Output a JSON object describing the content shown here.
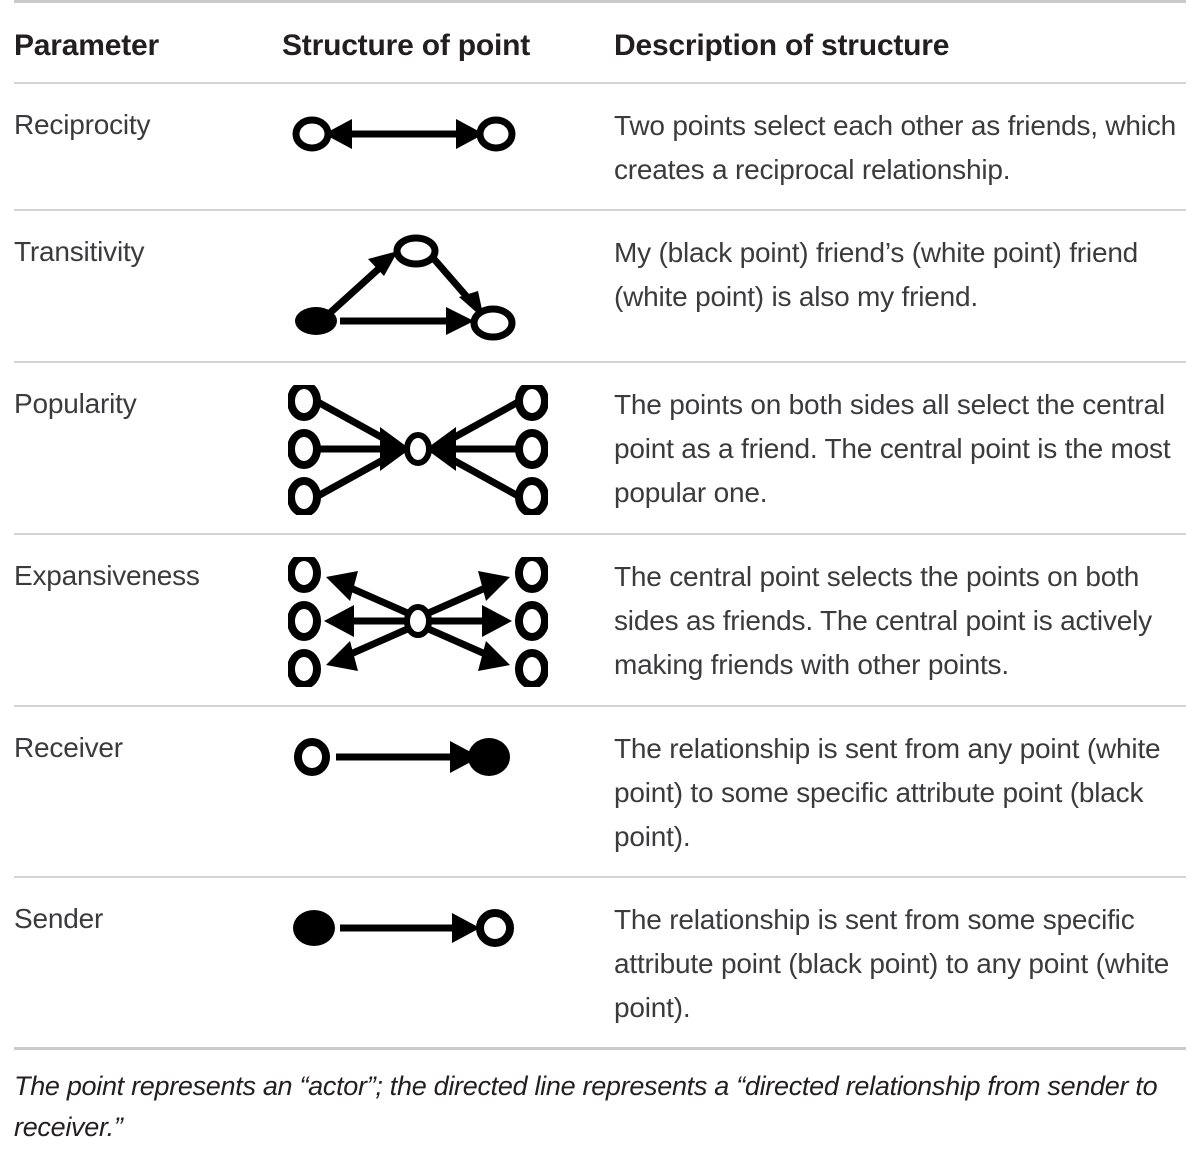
{
  "table": {
    "columns": [
      {
        "id": "parameter",
        "label": "Parameter"
      },
      {
        "id": "structure",
        "label": "Structure of point"
      },
      {
        "id": "description",
        "label": "Description of structure"
      }
    ],
    "rows": [
      {
        "parameter": "Reciprocity",
        "diagram": "reciprocity-diagram",
        "diagram_desc": "Two white points connected by a double-headed arrow",
        "description": "Two points select each other as friends, which creates a reciprocal relationship."
      },
      {
        "parameter": "Transitivity",
        "diagram": "transitivity-diagram",
        "diagram_desc": "Black point with arrow to upper white point and to lower-right white point; upper white point arrows to lower-right white point",
        "description": "My (black point) friend’s (white point) friend (white point) is also my friend."
      },
      {
        "parameter": "Popularity",
        "diagram": "popularity-diagram",
        "diagram_desc": "Three white points on each side with arrows pointing inward to a central white point",
        "description": "The points on both sides all select the central point as a friend. The central point is the most popular one."
      },
      {
        "parameter": "Expansiveness",
        "diagram": "expansiveness-diagram",
        "diagram_desc": "Central white point with arrows pointing outward to three white points on each side",
        "description": "The central point selects the points on both sides as friends. The central point is actively making friends with other points."
      },
      {
        "parameter": "Receiver",
        "diagram": "receiver-diagram",
        "diagram_desc": "White point with arrow pointing to a black point",
        "description": "The relationship is sent from any point (white point) to some specific attribute point (black point)."
      },
      {
        "parameter": "Sender",
        "diagram": "sender-diagram",
        "diagram_desc": "Black point with arrow pointing to a white point",
        "description": "The relationship is sent from some specific attribute point (black point) to any point (white point)."
      }
    ],
    "footnote": "The point represents an “actor”; the directed line represents a “directed relationship from sender to receiver.”"
  },
  "colors": {
    "text": "#3b3b3d",
    "heading": "#231f20",
    "rule": "#c9cacc",
    "ink": "#000000",
    "background": "#ffffff"
  }
}
